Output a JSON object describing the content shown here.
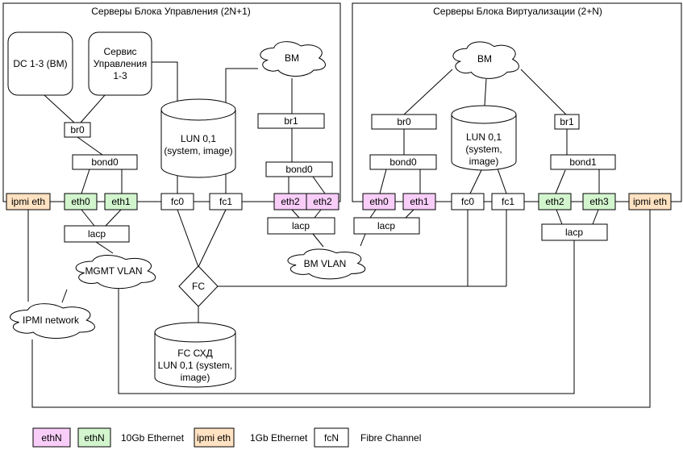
{
  "colors": {
    "pink": "#F8CDF8",
    "green": "#D2F5CE",
    "orange": "#FFE2C2",
    "line": "#000000",
    "background": "#FFFFFF"
  },
  "left_group": {
    "title": "Серверы Блока Управления (2N+1)",
    "dc_vm_label": "DC 1-3 (ВМ)",
    "svc_lines": [
      "Сервис",
      "Управления",
      "1-3"
    ],
    "vm_cloud_label": "ВМ",
    "lun_lines": [
      "LUN 0,1",
      "(system, image)"
    ],
    "br0_label": "br0",
    "br1_label": "br1",
    "bond0_left_label": "bond0",
    "bond0_right_label": "bond0",
    "ifaces": {
      "ipmi": "ipmi eth",
      "eth0": "eth0",
      "eth1": "eth1",
      "fc0": "fc0",
      "fc1": "fc1",
      "eth2_a": "eth2",
      "eth2_b": "eth2"
    },
    "lacp_mgmt_label": "lacp",
    "lacp_vm_label": "lacp",
    "mgmt_vlan_label": "MGMT VLAN",
    "ipmi_network_label": "IPMI network"
  },
  "right_group": {
    "title": "Серверы Блока Виртуализации (2+N)",
    "vm_cloud_label": "ВМ",
    "lun_lines": [
      "LUN 0,1",
      "(system,",
      "image)"
    ],
    "br0_label": "br0",
    "br1_label": "br1",
    "bond0_label": "bond0",
    "bond1_label": "bond1",
    "ifaces": {
      "eth0": "eth0",
      "eth1": "eth1",
      "fc0": "fc0",
      "fc1": "fc1",
      "eth2": "eth2",
      "eth3": "eth3",
      "ipmi": "ipmi eth"
    },
    "lacp_vm_label": "lacp",
    "lacp_mgmt_label": "lacp"
  },
  "shared": {
    "vm_vlan_label": "ВМ VLAN",
    "fc_switch_label": "FC",
    "fc_storage_lines": [
      "FC СХД",
      "LUN 0,1 (system,",
      "image)"
    ]
  },
  "legend": {
    "eth_pink_label": "ethN",
    "eth_green_label": "ethN",
    "ten_gb_label": "10Gb Ethernet",
    "ipmi_label": "ipmi eth",
    "one_gb_label": "1Gb Ethernet",
    "fcn_label": "fcN",
    "fibre_label": "Fibre Channel"
  }
}
